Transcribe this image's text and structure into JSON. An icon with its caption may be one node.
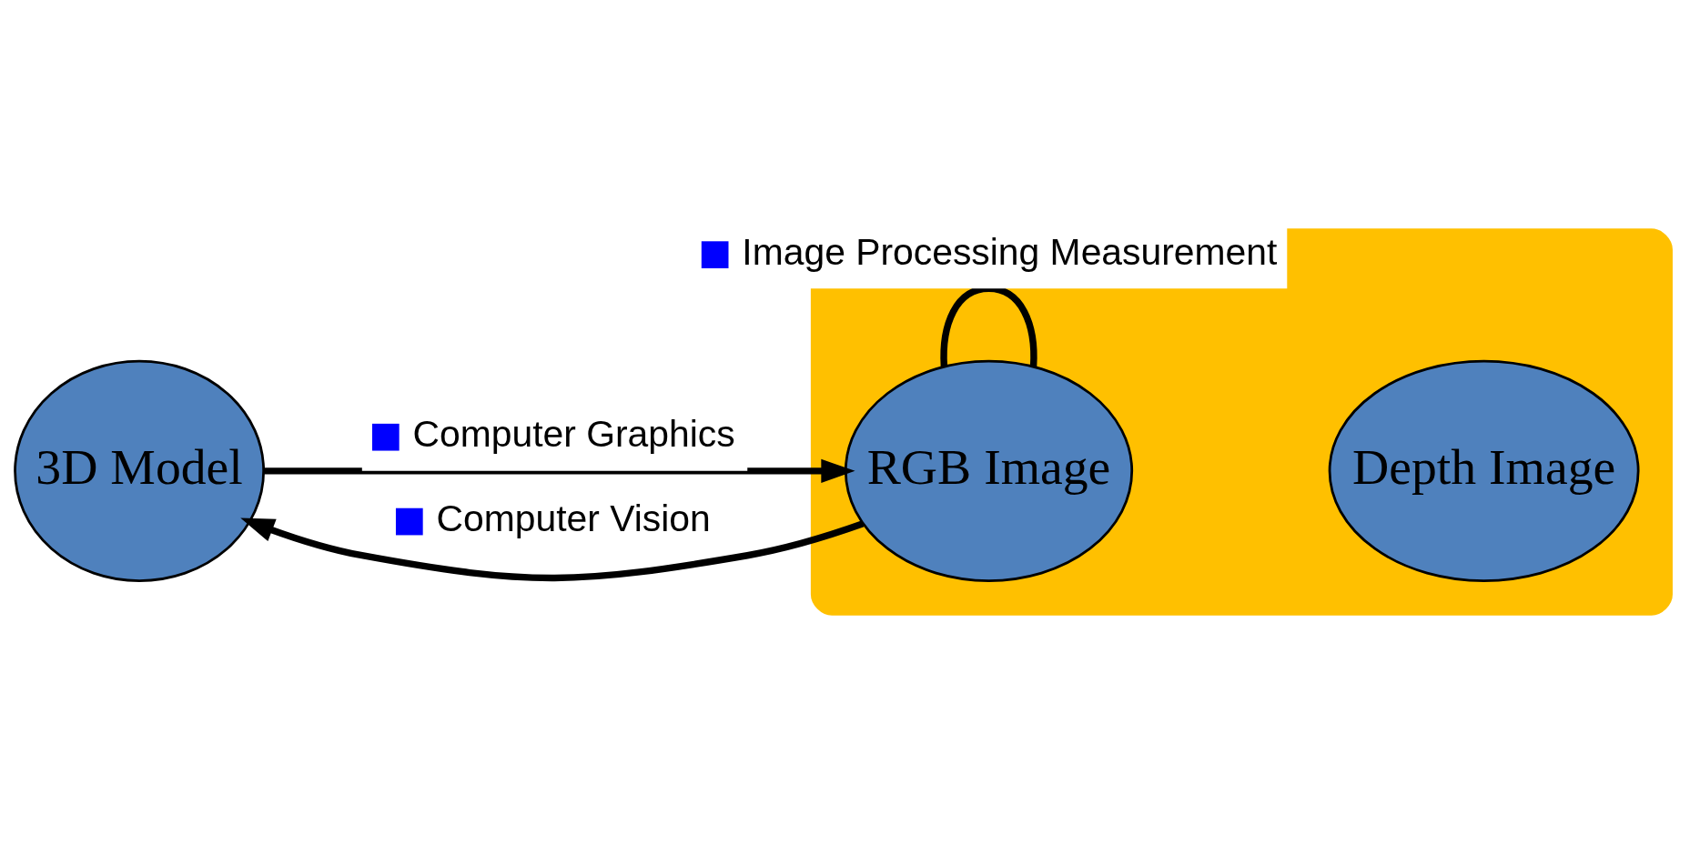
{
  "diagram": {
    "nodes": [
      {
        "text": [
          "3D Model"
        ]
      },
      {
        "text": [],
        "shape": "box"
      },
      {
        "text": [
          "RGB Image"
        ],
        "in": 1
      },
      {
        "text": [
          "Depth Image"
        ],
        "in": 1
      }
    ],
    "edges": [
      {
        "from": 0,
        "to": 2,
        "arrow": "to",
        "label": "Computer Graphics"
      },
      {
        "from": 2,
        "to": 2,
        "arrow": "none",
        "label": "Image Processing Measurement"
      },
      {
        "from": 2,
        "to": 0,
        "arrow": "to",
        "label": "Computer Vision"
      }
    ]
  }
}
